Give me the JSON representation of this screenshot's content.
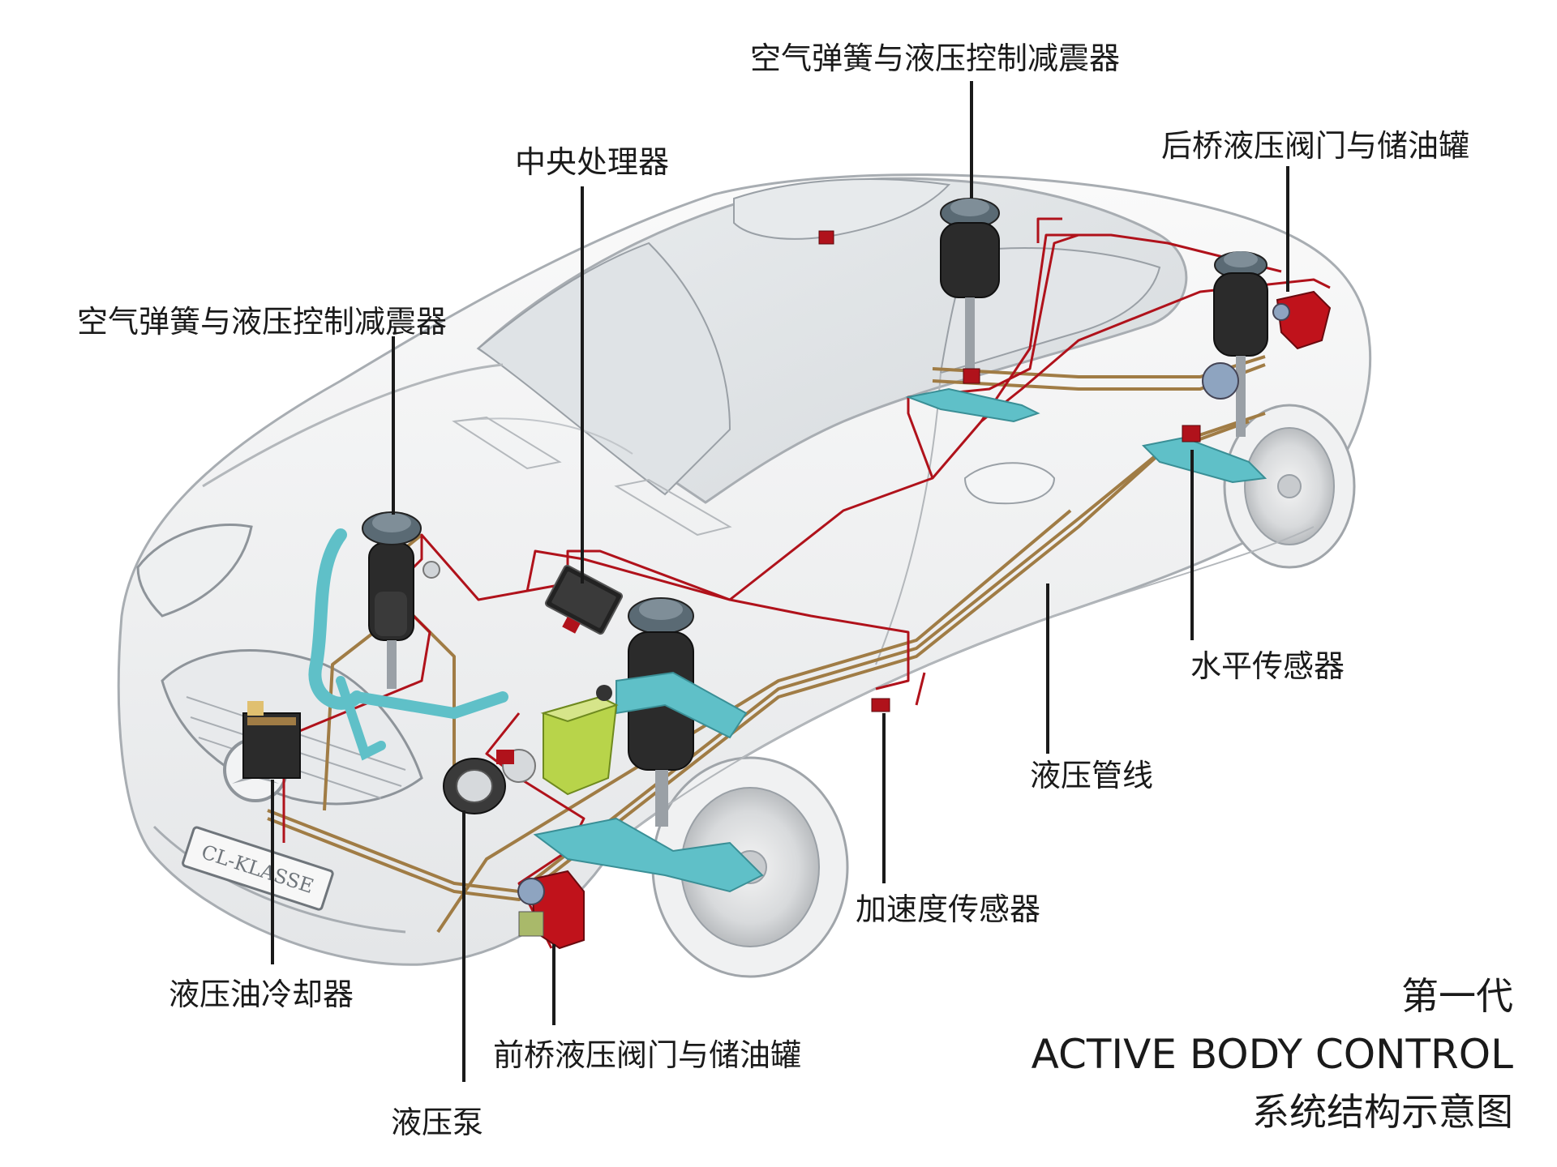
{
  "labels": {
    "air_spring_rear": "空气弹簧与液压控制减震器",
    "rear_valve": "后桥液压阀门与储油罐",
    "central_processor": "中央处理器",
    "air_spring_front": "空气弹簧与液压控制减震器",
    "level_sensor": "水平传感器",
    "hydraulic_lines": "液压管线",
    "acceleration_sensor": "加速度传感器",
    "oil_cooler": "液压油冷却器",
    "front_valve": "前桥液压阀门与储油罐",
    "hydraulic_pump": "液压泵"
  },
  "badge": "CL-KLASSE",
  "title": {
    "line1": "第一代",
    "line2": "ACTIVE BODY CONTROL",
    "line3": "系统结构示意图"
  },
  "colors": {
    "car_body": "#f2f3f4",
    "outline": "#9aa0a6",
    "wiring": "#b0121b",
    "hydraulic_line": "#a07c45",
    "suspension_arm": "#5fc0c8",
    "shock_body": "#2b2b2b",
    "reservoir": "#b8d44a"
  }
}
